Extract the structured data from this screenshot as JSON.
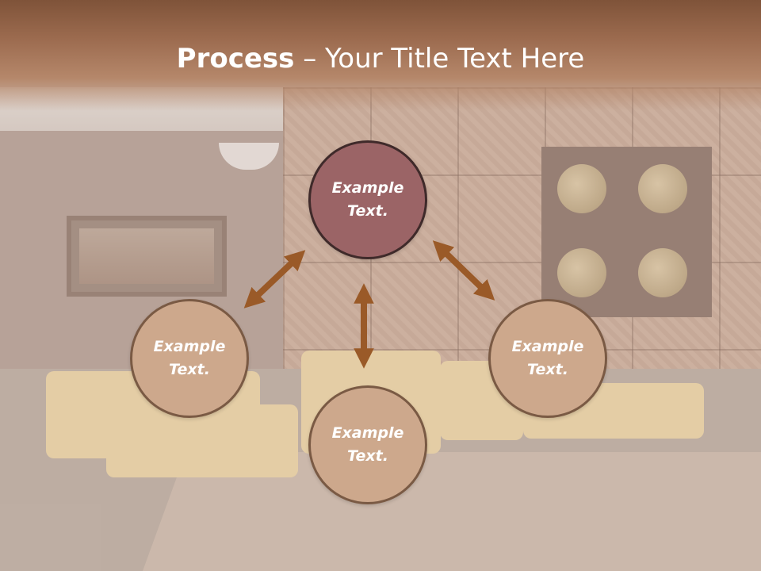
{
  "title": {
    "bold": "Process",
    "separator": " – ",
    "rest": "Your Title Text Here"
  },
  "nodes": {
    "top": "Example\nText.",
    "left": "Example\nText.",
    "right": "Example\nText.",
    "bottom": "Example\nText."
  },
  "colors": {
    "title_bar": "#9c6b4f",
    "circle_fill": "#cda88c",
    "circle_top_fill": "#9b6466",
    "arrow": "#9a5a28"
  }
}
